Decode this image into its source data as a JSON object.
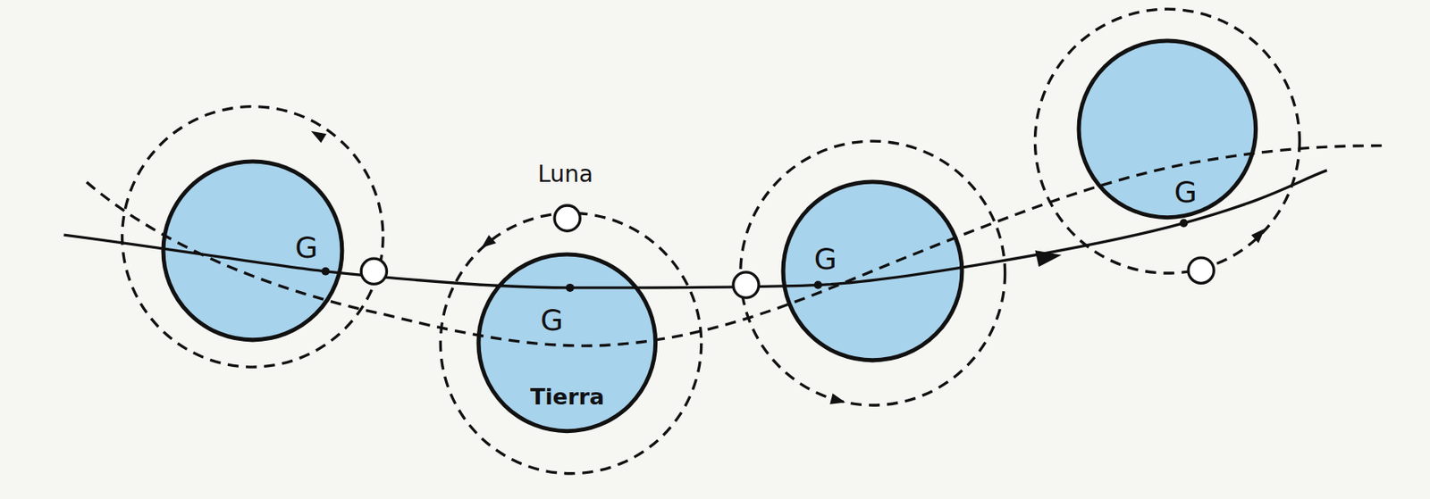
{
  "diagram": {
    "nodes": [
      {
        "text": [
          "G"
        ]
      },
      {
        "text": [
          "Luna"
        ]
      },
      {
        "text": [
          "G",
          "Tierra"
        ]
      },
      {
        "text": [
          "G"
        ]
      },
      {
        "text": [
          "G"
        ]
      }
    ]
  }
}
